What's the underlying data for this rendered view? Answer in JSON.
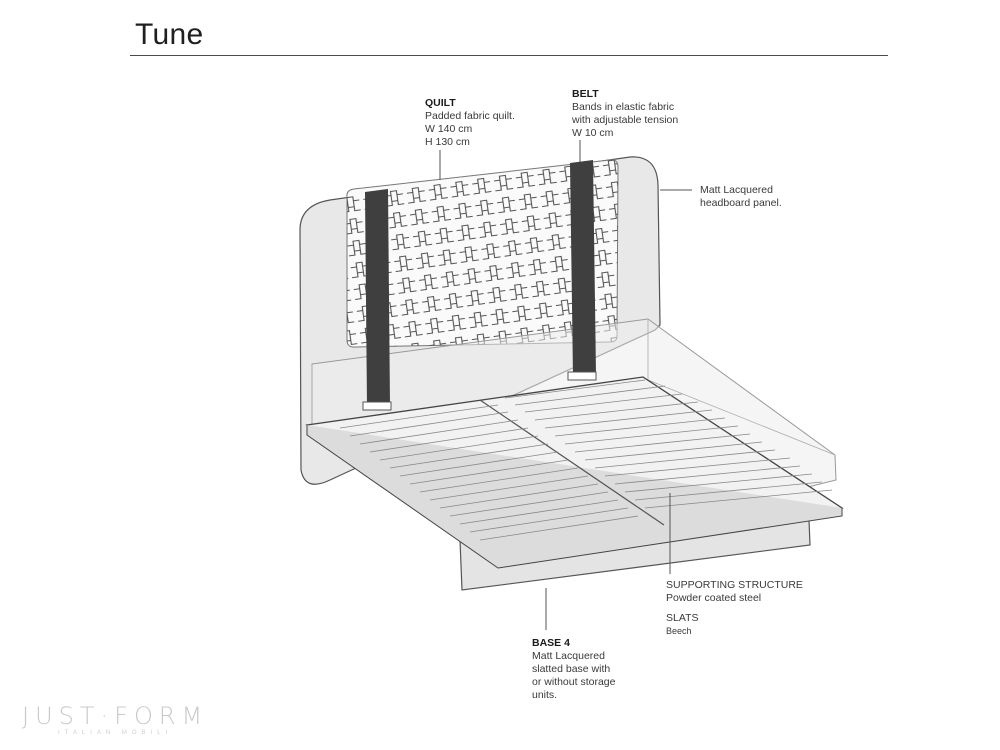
{
  "title": "Tune",
  "callouts": {
    "quilt": {
      "head": "QUILT",
      "lines": [
        "Padded fabric quilt.",
        "W 140 cm",
        "H 130 cm"
      ]
    },
    "belt": {
      "head": "BELT",
      "lines": [
        "Bands in elastic fabric",
        "with adjustable tension",
        "W 10 cm"
      ]
    },
    "headboard": {
      "lines": [
        "Matt Lacquered",
        "headboard panel."
      ]
    },
    "supporting": {
      "lines": [
        "SUPPORTING STRUCTURE",
        "Powder coated steel"
      ]
    },
    "slats": {
      "lines": [
        "SLATS",
        "Beech"
      ]
    },
    "base": {
      "head": "BASE 4",
      "lines": [
        "Matt Lacquered",
        "slatted base with",
        "or without storage",
        "units."
      ]
    }
  },
  "watermark": {
    "brand": "JUST·FORM",
    "tagline": "ITALIAN MOBILI"
  },
  "colors": {
    "panel": "#e6e6e6",
    "outline": "#555555",
    "belt": "#3f3f3f",
    "rule": "#4a4a4a"
  }
}
